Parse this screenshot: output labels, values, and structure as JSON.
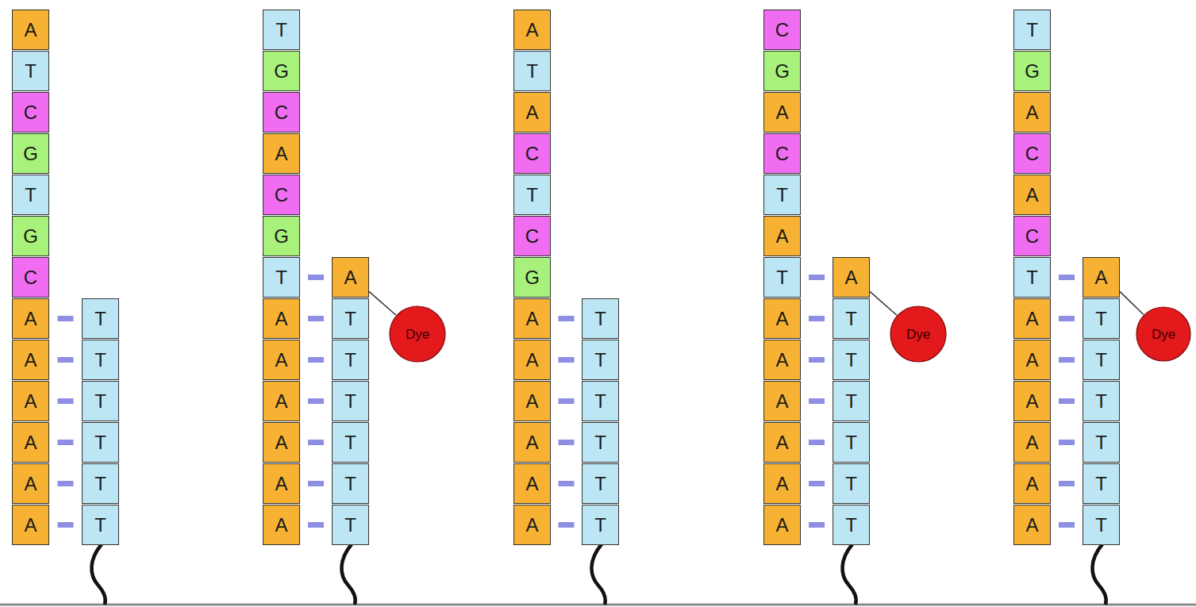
{
  "diagram": {
    "nodes": [
      {
        "text": [
          "A"
        ]
      },
      {
        "text": [
          "T"
        ]
      },
      {
        "text": [
          "C"
        ]
      },
      {
        "text": [
          "G"
        ]
      },
      {
        "text": [
          "T"
        ]
      },
      {
        "text": [
          "G"
        ]
      },
      {
        "text": [
          "C"
        ]
      },
      {
        "text": [
          "A"
        ]
      },
      {
        "text": [
          "A"
        ]
      },
      {
        "text": [
          "A"
        ]
      },
      {
        "text": [
          "A"
        ]
      },
      {
        "text": [
          "A"
        ]
      },
      {
        "text": [
          "A"
        ]
      },
      {
        "text": [
          "T"
        ]
      },
      {
        "text": [
          "T"
        ]
      },
      {
        "text": [
          "T"
        ]
      },
      {
        "text": [
          "T"
        ]
      },
      {
        "text": [
          "T"
        ]
      },
      {
        "text": [
          "T"
        ]
      },
      {
        "text": [
          "T"
        ]
      },
      {
        "text": [
          "G"
        ]
      },
      {
        "text": [
          "C"
        ]
      },
      {
        "text": [
          "A"
        ]
      },
      {
        "text": [
          "C"
        ]
      },
      {
        "text": [
          "G"
        ]
      },
      {
        "text": [
          "T"
        ]
      },
      {
        "text": [
          "A"
        ]
      },
      {
        "text": [
          "A"
        ]
      },
      {
        "text": [
          "A"
        ]
      },
      {
        "text": [
          "A"
        ]
      },
      {
        "text": [
          "A"
        ]
      },
      {
        "text": [
          "A"
        ]
      },
      {
        "text": [
          "A"
        ]
      },
      {
        "text": [
          "T"
        ]
      },
      {
        "text": [
          "T"
        ]
      },
      {
        "text": [
          "T"
        ]
      },
      {
        "text": [
          "T"
        ]
      },
      {
        "text": [
          "T"
        ]
      },
      {
        "text": [
          "T"
        ]
      },
      {
        "text": [
          "Dye"
        ]
      },
      {
        "text": [
          "A"
        ]
      },
      {
        "text": [
          "T"
        ]
      },
      {
        "text": [
          "A"
        ]
      },
      {
        "text": [
          "C"
        ]
      },
      {
        "text": [
          "T"
        ]
      },
      {
        "text": [
          "C"
        ]
      },
      {
        "text": [
          "G"
        ]
      },
      {
        "text": [
          "A"
        ]
      },
      {
        "text": [
          "A"
        ]
      },
      {
        "text": [
          "A"
        ]
      },
      {
        "text": [
          "A"
        ]
      },
      {
        "text": [
          "A"
        ]
      },
      {
        "text": [
          "A"
        ]
      },
      {
        "text": [
          "T"
        ]
      },
      {
        "text": [
          "T"
        ]
      },
      {
        "text": [
          "T"
        ]
      },
      {
        "text": [
          "T"
        ]
      },
      {
        "text": [
          "T"
        ]
      },
      {
        "text": [
          "T"
        ]
      },
      {
        "text": [
          "C"
        ]
      },
      {
        "text": [
          "G"
        ]
      },
      {
        "text": [
          "A"
        ]
      },
      {
        "text": [
          "C"
        ]
      },
      {
        "text": [
          "T"
        ]
      },
      {
        "text": [
          "A"
        ]
      },
      {
        "text": [
          "T"
        ]
      },
      {
        "text": [
          "A"
        ]
      },
      {
        "text": [
          "A"
        ]
      },
      {
        "text": [
          "A"
        ]
      },
      {
        "text": [
          "A"
        ]
      },
      {
        "text": [
          "A"
        ]
      },
      {
        "text": [
          "A"
        ]
      },
      {
        "text": [
          "A"
        ]
      },
      {
        "text": [
          "T"
        ]
      },
      {
        "text": [
          "T"
        ]
      },
      {
        "text": [
          "T"
        ]
      },
      {
        "text": [
          "T"
        ]
      },
      {
        "text": [
          "T"
        ]
      },
      {
        "text": [
          "T"
        ]
      },
      {
        "text": [
          "Dye"
        ]
      },
      {
        "text": [
          "T"
        ]
      },
      {
        "text": [
          "G"
        ]
      },
      {
        "text": [
          "A"
        ]
      },
      {
        "text": [
          "C"
        ]
      },
      {
        "text": [
          "A"
        ]
      },
      {
        "text": [
          "C"
        ]
      },
      {
        "text": [
          "T"
        ]
      },
      {
        "text": [
          "A"
        ]
      },
      {
        "text": [
          "A"
        ]
      },
      {
        "text": [
          "A"
        ]
      },
      {
        "text": [
          "A"
        ]
      },
      {
        "text": [
          "A"
        ]
      },
      {
        "text": [
          "A"
        ]
      },
      {
        "text": [
          "A"
        ]
      },
      {
        "text": [
          "T"
        ]
      },
      {
        "text": [
          "T"
        ]
      },
      {
        "text": [
          "T"
        ]
      },
      {
        "text": [
          "T"
        ]
      },
      {
        "text": [
          "T"
        ]
      },
      {
        "text": [
          "T"
        ]
      },
      {
        "text": [
          "Dye"
        ]
      }
    ],
    "edges": [
      {
        "from": 7,
        "to": 13,
        "arrow": "none"
      },
      {
        "from": 8,
        "to": 14,
        "arrow": "none"
      },
      {
        "from": 9,
        "to": 15,
        "arrow": "none"
      },
      {
        "from": 10,
        "to": 16,
        "arrow": "none"
      },
      {
        "from": 11,
        "to": 17,
        "arrow": "none"
      },
      {
        "from": 12,
        "to": 18,
        "arrow": "none"
      },
      {
        "from": 25,
        "to": 32,
        "arrow": "none"
      },
      {
        "from": 26,
        "to": 33,
        "arrow": "none"
      },
      {
        "from": 27,
        "to": 34,
        "arrow": "none"
      },
      {
        "from": 28,
        "to": 35,
        "arrow": "none"
      },
      {
        "from": 29,
        "to": 36,
        "arrow": "none"
      },
      {
        "from": 30,
        "to": 37,
        "arrow": "none"
      },
      {
        "from": 31,
        "to": 38,
        "arrow": "none"
      },
      {
        "from": 32,
        "to": 39,
        "arrow": "none"
      },
      {
        "from": 47,
        "to": 53,
        "arrow": "none"
      },
      {
        "from": 48,
        "to": 54,
        "arrow": "none"
      },
      {
        "from": 49,
        "to": 55,
        "arrow": "none"
      },
      {
        "from": 50,
        "to": 56,
        "arrow": "none"
      },
      {
        "from": 51,
        "to": 57,
        "arrow": "none"
      },
      {
        "from": 52,
        "to": 58,
        "arrow": "none"
      },
      {
        "from": 65,
        "to": 72,
        "arrow": "none"
      },
      {
        "from": 66,
        "to": 73,
        "arrow": "none"
      },
      {
        "from": 67,
        "to": 74,
        "arrow": "none"
      },
      {
        "from": 68,
        "to": 75,
        "arrow": "none"
      },
      {
        "from": 69,
        "to": 76,
        "arrow": "none"
      },
      {
        "from": 70,
        "to": 77,
        "arrow": "none"
      },
      {
        "from": 71,
        "to": 78,
        "arrow": "none"
      },
      {
        "from": 72,
        "to": 79,
        "arrow": "none"
      },
      {
        "from": 86,
        "to": 93,
        "arrow": "none"
      },
      {
        "from": 87,
        "to": 94,
        "arrow": "none"
      },
      {
        "from": 88,
        "to": 95,
        "arrow": "none"
      },
      {
        "from": 89,
        "to": 96,
        "arrow": "none"
      },
      {
        "from": 90,
        "to": 97,
        "arrow": "none"
      },
      {
        "from": 91,
        "to": 98,
        "arrow": "none"
      },
      {
        "from": 92,
        "to": 99,
        "arrow": "none"
      },
      {
        "from": 93,
        "to": 100,
        "arrow": "none"
      }
    ]
  }
}
